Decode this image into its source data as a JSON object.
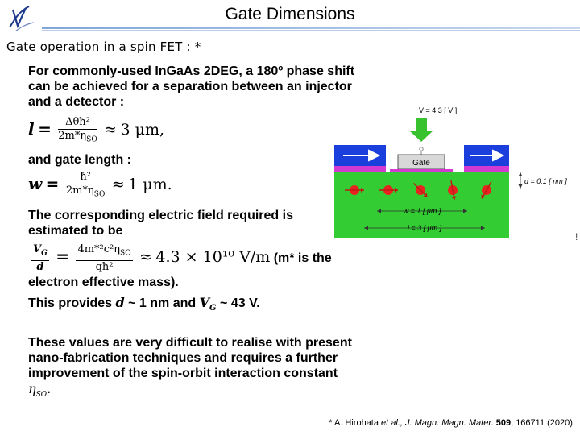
{
  "header": {
    "title": "Gate Dimensions"
  },
  "subtitle": "Gate operation in a spin FET : *",
  "content": {
    "intro": "For commonly-used InGaAs 2DEG, a 180º phase shift can be achieved for a separation between an injector and a detector :",
    "eq1": {
      "lhs": "l",
      "num": "Δθħ²",
      "den": "2m*η",
      "den_sub": "SO",
      "approx": "≈",
      "rhs": "3 μm,",
      "approx_end": ""
    },
    "gate_length_intro": "and gate length :",
    "eq2": {
      "lhs": "w",
      "num": "ħ²",
      "den": "2m*η",
      "den_sub": "SO",
      "approx": "≈",
      "rhs": "1 μm."
    },
    "field_intro": "The corresponding electric field required is estimated to be",
    "eq3": {
      "lhs_num": "V",
      "lhs_num_sub": "G",
      "lhs_den": "d",
      "num": "4m*²c²η",
      "num_sub": "SO",
      "den": "qħ²",
      "approx": "≈",
      "rhs": "4.3 × 10¹⁰ V/m",
      "note": "(m* is the"
    },
    "field_end": "electron effective mass).",
    "provides_prefix": "This provides",
    "provides_d": "d",
    "provides_mid1": "~ 1 nm and",
    "provides_V": "V",
    "provides_V_sub": "G",
    "provides_mid2": "~ 43 V.",
    "conclusion": "These values are very difficult to realise with present nano-fabrication techniques and requires a further improvement of the spin-orbit interaction constant",
    "conclusion_symbol": "η",
    "conclusion_symbol_sub": "SO",
    "conclusion_end": "."
  },
  "diagram": {
    "voltage_label": "V = 4.3 [ V ]",
    "gate_label": "Gate",
    "d_label": "d = 0.1 [ nm ]",
    "w_label": "w = 1 [ μm ]",
    "l_label": "l = 3 [ μm ]",
    "colors": {
      "green": "#33cc33",
      "blue": "#1a3fdc",
      "magenta": "#d23ad2",
      "arrow_green": "#38c22f",
      "spin_red": "#e8231f"
    }
  },
  "side_mark": "!",
  "footnote": {
    "prefix": "* A. Hirohata ",
    "etal": "et al.",
    "journal": ", J. Magn. Magn. Mater.",
    "volume": " 509",
    "rest": ", 166711 (2020)."
  }
}
